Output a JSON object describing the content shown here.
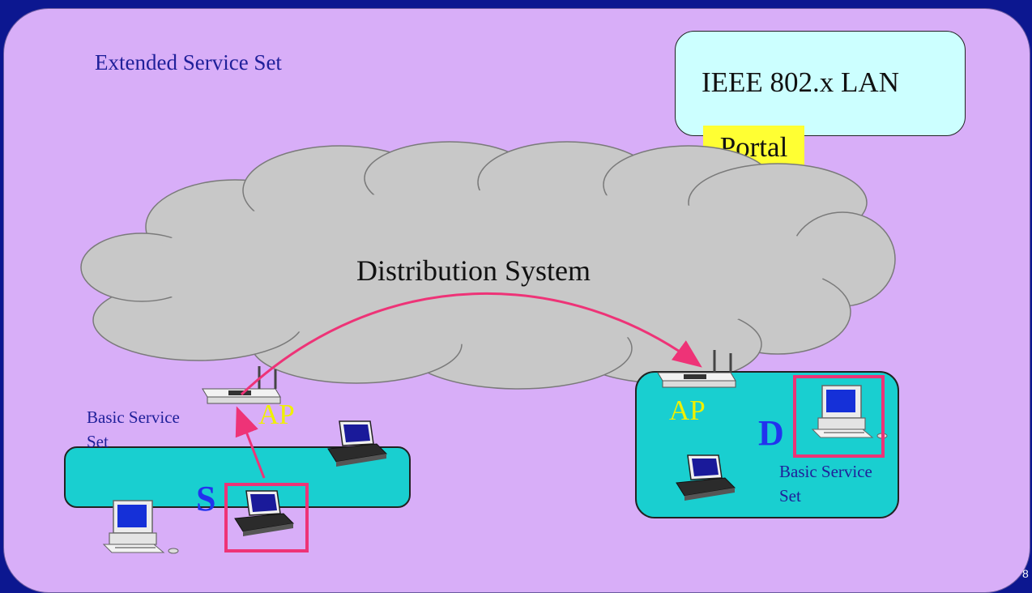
{
  "labels": {
    "extended_service_set": "Extended Service Set",
    "ieee_lan": "IEEE 802.x LAN",
    "portal": "Portal",
    "distribution_system": "Distribution System",
    "basic_service_set_left": "Basic Service Set",
    "basic_service_set_right": "Basic Service Set",
    "ap_left": "AP",
    "ap_right": "AP",
    "source": "S",
    "destination": "D",
    "page_number": "8"
  },
  "colors": {
    "background": "#0c1790",
    "ess_fill": "#d8aef8",
    "lan_fill": "#ccffff",
    "portal_fill": "#ffff33",
    "cloud_fill": "#c8c8c8",
    "bss_fill": "#19cfd0",
    "arrow": "#ee3377",
    "ap_text": "#f0f000",
    "sd_text": "#2233ee"
  },
  "icons": {
    "access_points": [
      "router-icon",
      "router-icon"
    ],
    "laptops": [
      "laptop-icon",
      "laptop-icon",
      "laptop-icon"
    ],
    "desktops": [
      "desktop-computer-icon",
      "desktop-computer-icon"
    ]
  }
}
